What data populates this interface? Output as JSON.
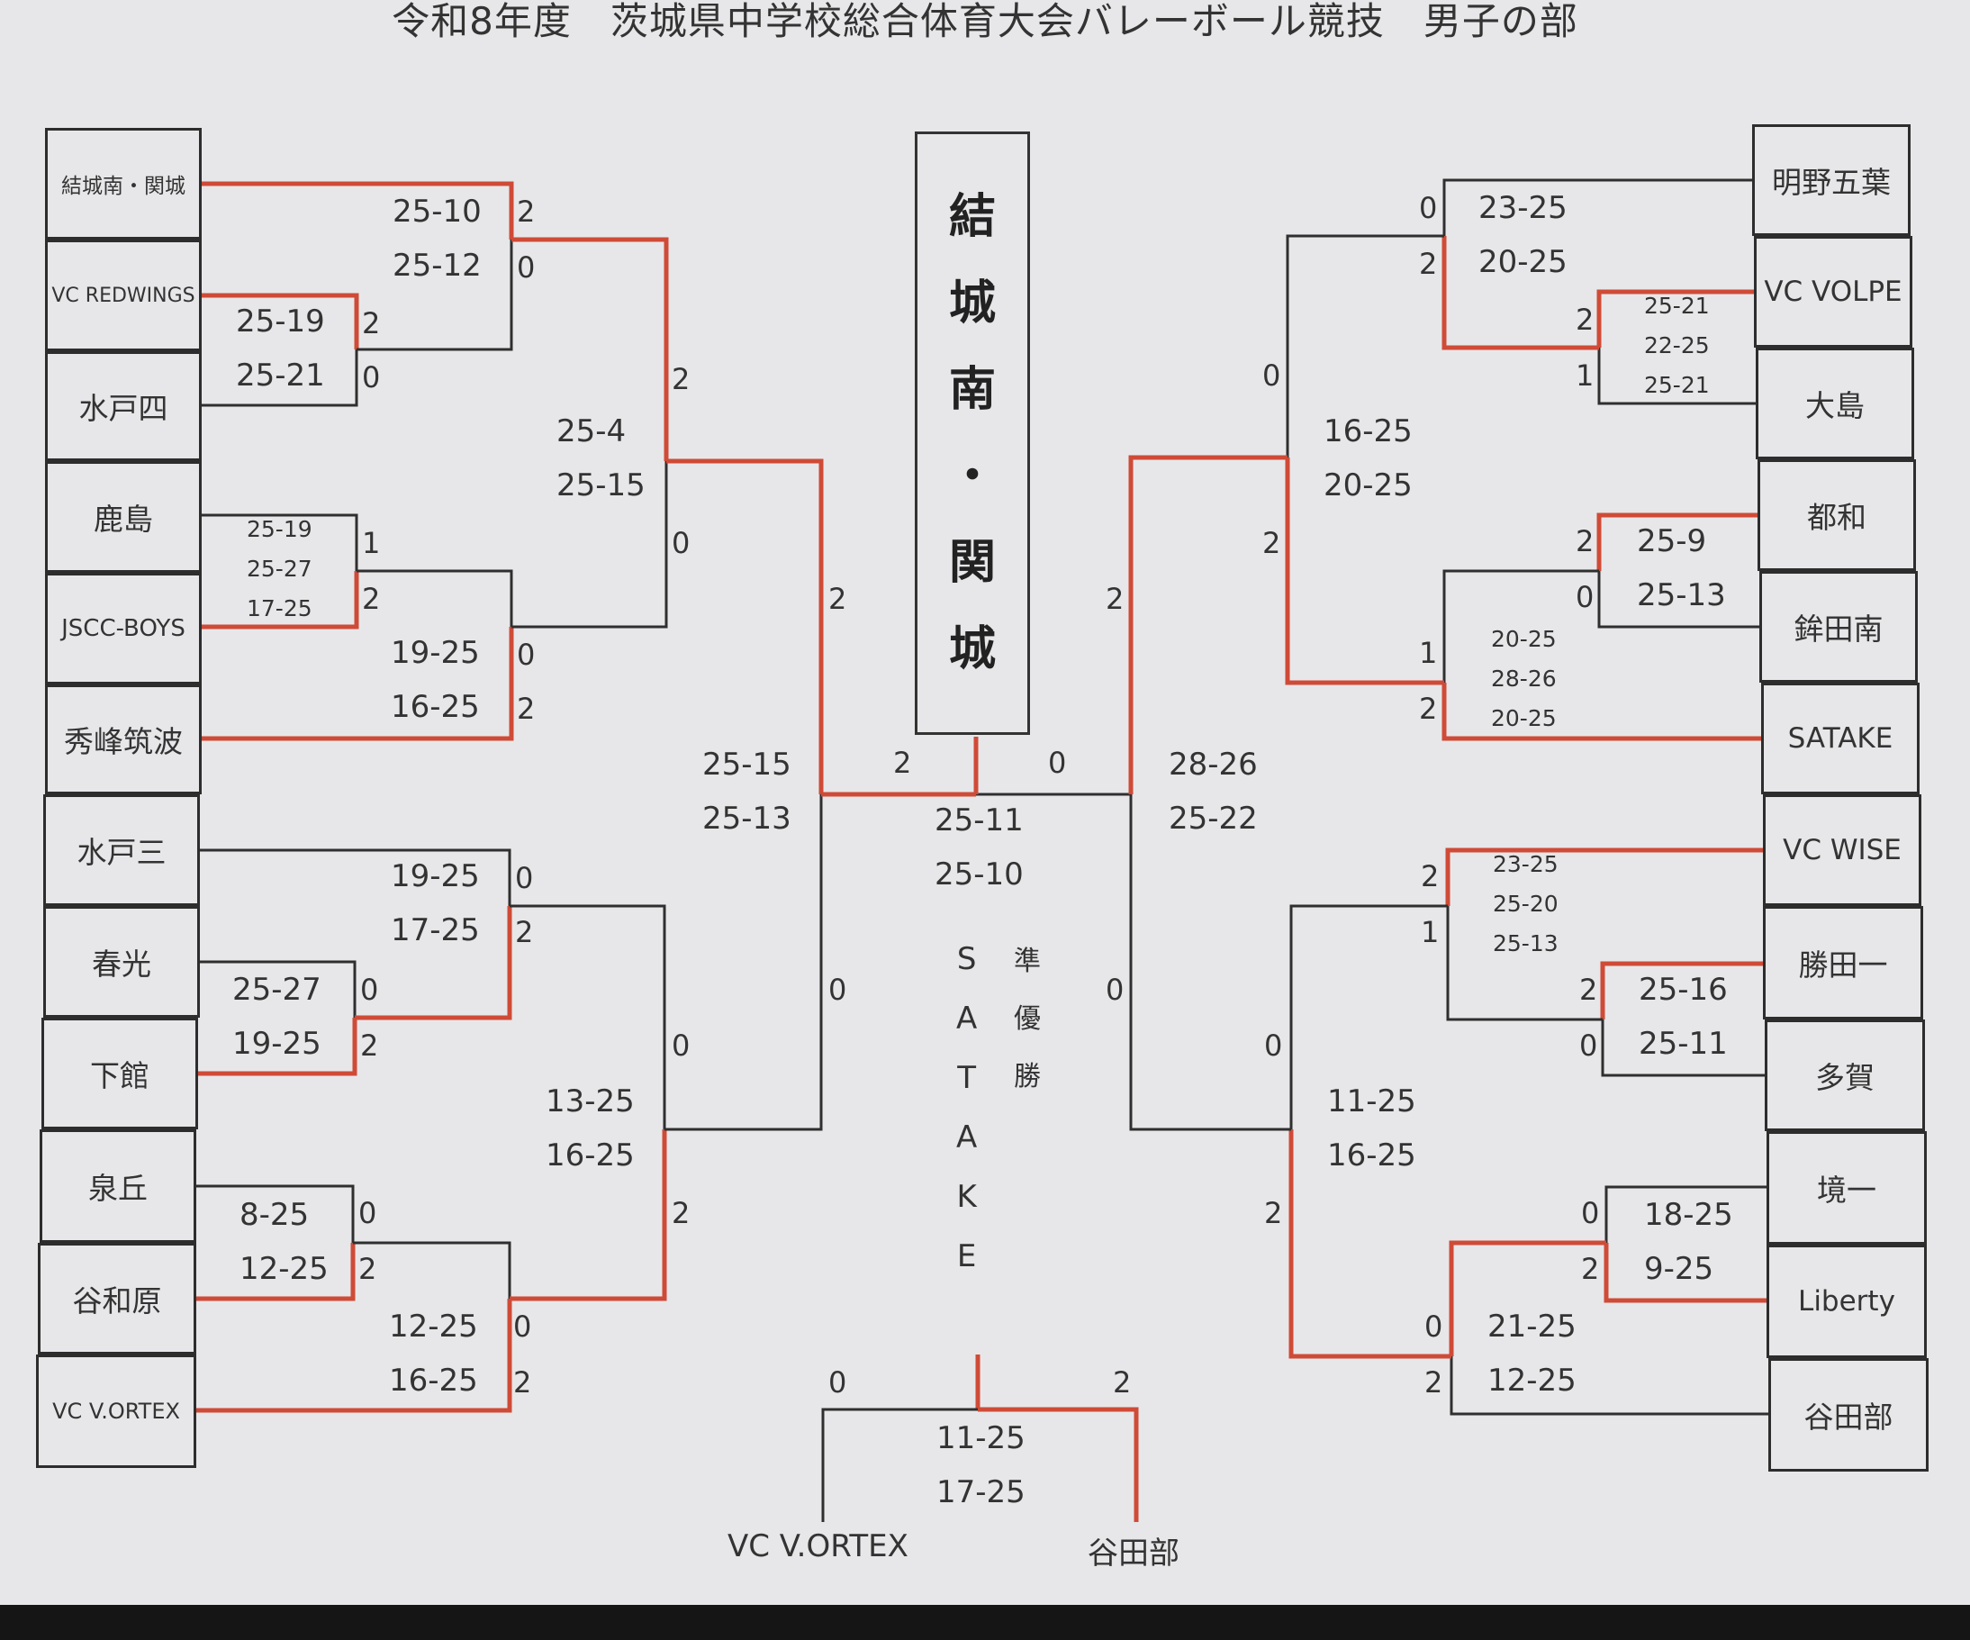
{
  "title": "令和8年度　茨城県中学校総合体育大会バレーボール競技　男子の部",
  "champion_chars": [
    "結",
    "城",
    "南",
    "・",
    "関",
    "城"
  ],
  "runner_up_label_chars": [
    "準",
    "優",
    "勝"
  ],
  "runner_up_name_chars": [
    "S",
    "A",
    "T",
    "A",
    "K",
    "E"
  ],
  "left_teams": [
    "結城南・関城",
    "VC REDWINGS",
    "水戸四",
    "鹿島",
    "JSCC-BOYS",
    "秀峰筑波",
    "水戸三",
    "春光",
    "下館",
    "泉丘",
    "谷和原",
    "VC V.ORTEX"
  ],
  "right_teams": [
    "明野五葉",
    "VC VOLPE",
    "大島",
    "都和",
    "鉾田南",
    "SATAKE",
    "VC WISE",
    "勝田一",
    "多賀",
    "境一",
    "Liberty",
    "谷田部"
  ],
  "scores": {
    "l_r1_a": [
      "25-19",
      "25-21"
    ],
    "l_r1_b": [
      "25-19",
      "25-27",
      "17-25"
    ],
    "l_r1_c": [
      "25-27",
      "19-25"
    ],
    "l_r1_d": [
      "8-25",
      "12-25"
    ],
    "l_r2_a": [
      "25-10",
      "25-12"
    ],
    "l_r2_b": [
      "19-25",
      "16-25"
    ],
    "l_r2_c": [
      "19-25",
      "17-25"
    ],
    "l_r2_d": [
      "12-25",
      "16-25"
    ],
    "l_r3_a": [
      "25-4",
      "25-15"
    ],
    "l_r3_b": [
      "13-25",
      "16-25"
    ],
    "l_sf": [
      "25-15",
      "25-13"
    ],
    "r_r1_a": [
      "25-21",
      "22-25",
      "25-21"
    ],
    "r_r1_b": [
      "25-9",
      "25-13"
    ],
    "r_r1_c": [
      "25-16",
      "25-11"
    ],
    "r_r1_d": [
      "18-25",
      "9-25"
    ],
    "r_r2_a": [
      "23-25",
      "20-25"
    ],
    "r_r2_b": [
      "20-25",
      "28-26",
      "20-25"
    ],
    "r_r2_c": [
      "23-25",
      "25-20",
      "25-13"
    ],
    "r_r2_d": [
      "21-25",
      "12-25"
    ],
    "r_r3_a": [
      "16-25",
      "20-25"
    ],
    "r_r3_b": [
      "11-25",
      "16-25"
    ],
    "r_sf": [
      "28-26",
      "25-22"
    ],
    "final": [
      "25-11",
      "25-10"
    ],
    "third": [
      "11-25",
      "17-25"
    ]
  },
  "sets": {
    "l_r1_a": [
      "2",
      "0"
    ],
    "l_r1_b": [
      "1",
      "2"
    ],
    "l_r1_c": [
      "0",
      "2"
    ],
    "l_r1_d": [
      "0",
      "2"
    ],
    "l_r2_a": [
      "2",
      "0"
    ],
    "l_r2_b": [
      "0",
      "2"
    ],
    "l_r2_c": [
      "0",
      "2"
    ],
    "l_r2_d": [
      "0",
      "2"
    ],
    "l_r3_a": [
      "2",
      "0"
    ],
    "l_r3_b": [
      "0",
      "2"
    ],
    "l_sf": [
      "2",
      "0"
    ],
    "final": [
      "2",
      "0"
    ],
    "r_sf": [
      "2",
      "0"
    ],
    "r_r3_a": [
      "0",
      "2"
    ],
    "r_r3_b": [
      "0",
      "2"
    ],
    "r_r2_a": [
      "0",
      "2"
    ],
    "r_r2_b": [
      "1",
      "2"
    ],
    "r_r2_c": [
      "2",
      "1"
    ],
    "r_r2_d": [
      "0",
      "2"
    ],
    "r_r1_a": [
      "2",
      "1"
    ],
    "r_r1_b": [
      "2",
      "0"
    ],
    "r_r1_c": [
      "2",
      "0"
    ],
    "r_r1_d": [
      "0",
      "2"
    ],
    "third": [
      "0",
      "2"
    ]
  },
  "third_place": {
    "left": "VC V.ORTEX",
    "right": "谷田部"
  },
  "colors": {
    "win_line": "#cf4b37",
    "lose_line": "#2f2f2f",
    "paper": "#e7e7e9"
  }
}
